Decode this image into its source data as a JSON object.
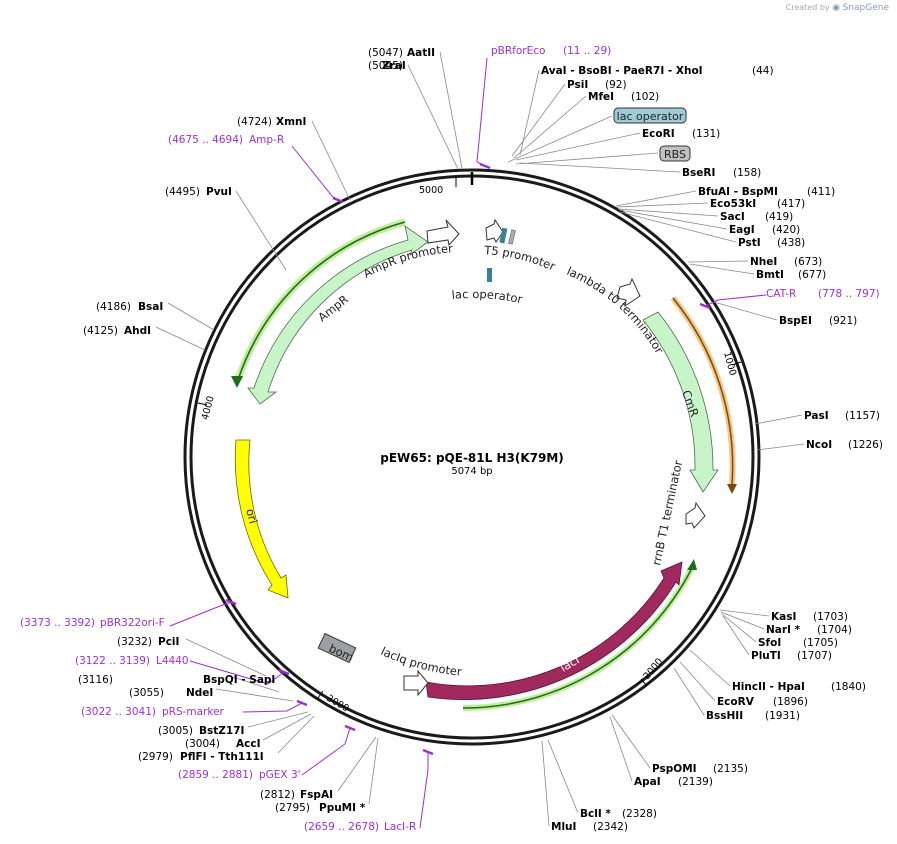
{
  "watermark": {
    "created_by": "Created by",
    "brand": "SnapGene"
  },
  "plasmid": {
    "name": "pEW65: pQE-81L H3(K79M)",
    "size": "5074 bp"
  },
  "ticks": [
    "1000",
    "2000",
    "3000",
    "4000",
    "5000"
  ],
  "enzymes_right": [
    {
      "name": "AvaI  - BsoBI  - PaeR7I  - XhoI",
      "pos": "(44)"
    },
    {
      "name": "PsiI",
      "pos": "(92)"
    },
    {
      "name": "MfeI",
      "pos": "(102)"
    },
    {
      "name": "EcoRI",
      "pos": "(131)"
    },
    {
      "name": "BseRI",
      "pos": "(158)"
    },
    {
      "name": "BfuAI  - BspMI",
      "pos": "(411)"
    },
    {
      "name": "Eco53kI",
      "pos": "(417)"
    },
    {
      "name": "SacI",
      "pos": "(419)"
    },
    {
      "name": "EagI",
      "pos": "(420)"
    },
    {
      "name": "PstI",
      "pos": "(438)"
    },
    {
      "name": "NheI",
      "pos": "(673)"
    },
    {
      "name": "BmtI",
      "pos": "(677)"
    },
    {
      "name": "BspEI",
      "pos": "(921)"
    },
    {
      "name": "PasI",
      "pos": "(1157)"
    },
    {
      "name": "NcoI",
      "pos": "(1226)"
    },
    {
      "name": "KasI",
      "pos": "(1703)"
    },
    {
      "name": "NarI *",
      "pos": "(1704)"
    },
    {
      "name": "SfoI",
      "pos": "(1705)"
    },
    {
      "name": "PluTI",
      "pos": "(1707)"
    },
    {
      "name": "HincII  - HpaI",
      "pos": "(1840)"
    },
    {
      "name": "EcoRV",
      "pos": "(1896)"
    },
    {
      "name": "BssHII",
      "pos": "(1931)"
    },
    {
      "name": "PspOMI",
      "pos": "(2135)"
    },
    {
      "name": "ApaI",
      "pos": "(2139)"
    },
    {
      "name": "BclI *",
      "pos": "(2328)"
    },
    {
      "name": "MluI",
      "pos": "(2342)"
    }
  ],
  "enzymes_left": [
    {
      "name": "AatII",
      "pos": "(5047)"
    },
    {
      "name": "ZraI",
      "pos": "(5045)"
    },
    {
      "name": "XmnI",
      "pos": "(4724)"
    },
    {
      "name": "PvuI",
      "pos": "(4495)"
    },
    {
      "name": "BsaI",
      "pos": "(4186)"
    },
    {
      "name": "AhdI",
      "pos": "(4125)"
    },
    {
      "name": "PciI",
      "pos": "(3232)"
    },
    {
      "name": "BspQI  - SapI",
      "pos": "(3116)"
    },
    {
      "name": "NdeI",
      "pos": "(3055)"
    },
    {
      "name": "BstZ17I",
      "pos": "(3005)"
    },
    {
      "name": "AccI",
      "pos": "(3004)"
    },
    {
      "name": "PflFI  - Tth111I",
      "pos": "(2979)"
    },
    {
      "name": "FspAI",
      "pos": "(2812)"
    },
    {
      "name": "PpuMI *",
      "pos": "(2795)"
    }
  ],
  "primers": [
    {
      "label": "pBRforEco",
      "range": "(11 .. 29)"
    },
    {
      "label": "Amp-R",
      "range": "(4675 .. 4694)"
    },
    {
      "label": "CAT-R",
      "range": "(778 .. 797)"
    },
    {
      "label": "pBR322ori-F",
      "range": "(3373 .. 3392)"
    },
    {
      "label": "L4440",
      "range": "(3122 .. 3139)"
    },
    {
      "label": "pRS-marker",
      "range": "(3022 .. 3041)"
    },
    {
      "label": "pGEX 3'",
      "range": "(2859 .. 2881)"
    },
    {
      "label": "LacI-R",
      "range": "(2659 .. 2678)"
    }
  ],
  "boxed_labels": {
    "lac_operator": "lac operator",
    "rbs": "RBS"
  },
  "features": {
    "t5_promoter": "T5 promoter",
    "lac_operator": "lac operator",
    "lambda_t0": "lambda t0 terminator",
    "cmr": "CmR",
    "rrnb": "rrnB T1 terminator",
    "laci": "lacI",
    "laciq": "lacIq promoter",
    "bom": "bom",
    "ori": "ori",
    "ampr": "AmpR",
    "ampr_promoter": "AmpR promoter"
  },
  "colors": {
    "backbone": "#1a1a1a",
    "primer": "#9d2fd2",
    "ampr": "#c8f5c8",
    "highlight": "#aee87a",
    "ori": "#ffff00",
    "laci": "#a02a5e",
    "cat_r": "#f0a030",
    "operator": "#3a7f98",
    "boxed_operator": "#9fcbd6",
    "rbs": "#c0c0c0"
  }
}
